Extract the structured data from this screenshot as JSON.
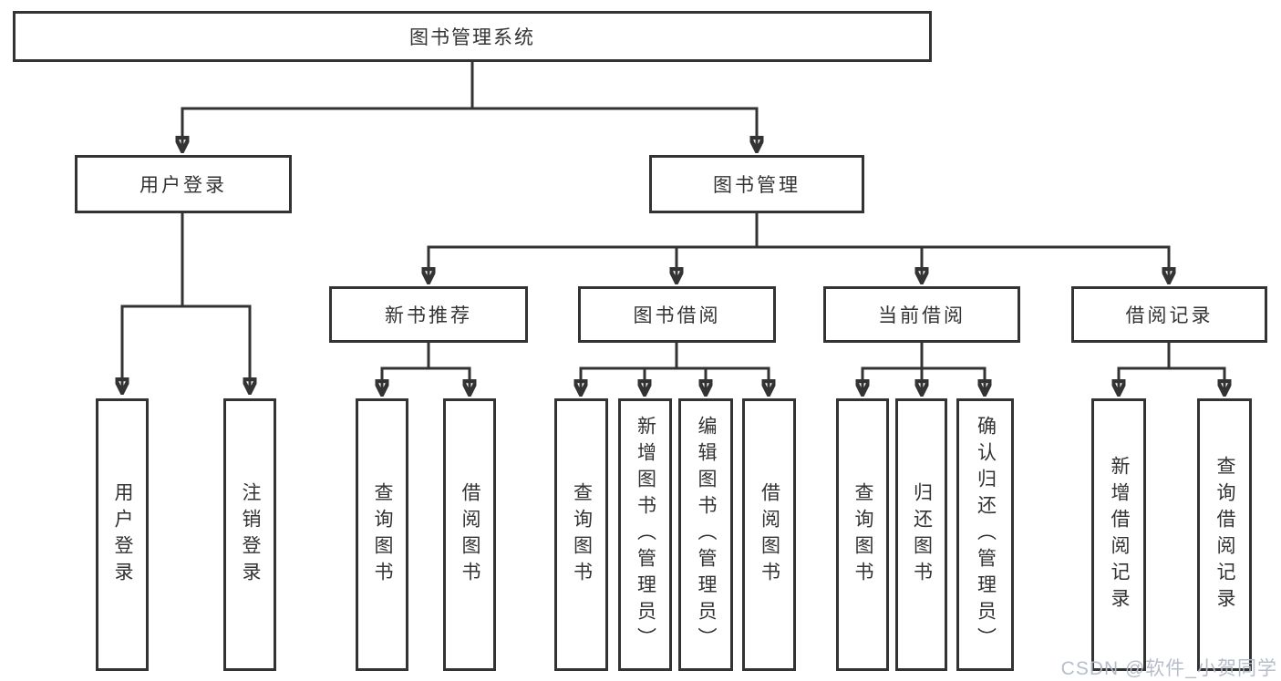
{
  "tree": {
    "root": {
      "label": "图书管理系统"
    },
    "children": [
      {
        "label": "用户登录",
        "children": [
          {
            "label": "用户登录"
          },
          {
            "label": "注销登录"
          }
        ]
      },
      {
        "label": "图书管理",
        "children": [
          {
            "label": "新书推荐",
            "children": [
              {
                "label": "查询图书"
              },
              {
                "label": "借阅图书"
              }
            ]
          },
          {
            "label": "图书借阅",
            "children": [
              {
                "label": "查询图书"
              },
              {
                "label": "新增图书（管理员）"
              },
              {
                "label": "编辑图书（管理员）"
              },
              {
                "label": "借阅图书"
              }
            ]
          },
          {
            "label": "当前借阅",
            "children": [
              {
                "label": "查询图书"
              },
              {
                "label": "归还图书"
              },
              {
                "label": "确认归还（管理员）"
              }
            ]
          },
          {
            "label": "借阅记录",
            "children": [
              {
                "label": "新增借阅记录"
              },
              {
                "label": "查询借阅记录"
              }
            ]
          }
        ]
      }
    ]
  },
  "watermark": {
    "text": "CSDN @软件_小贺同学"
  },
  "colors": {
    "line": "#333333",
    "text": "#333333",
    "box_background": "#ffffff",
    "page_background": "#ffffff",
    "watermark": "#b2bac6"
  }
}
